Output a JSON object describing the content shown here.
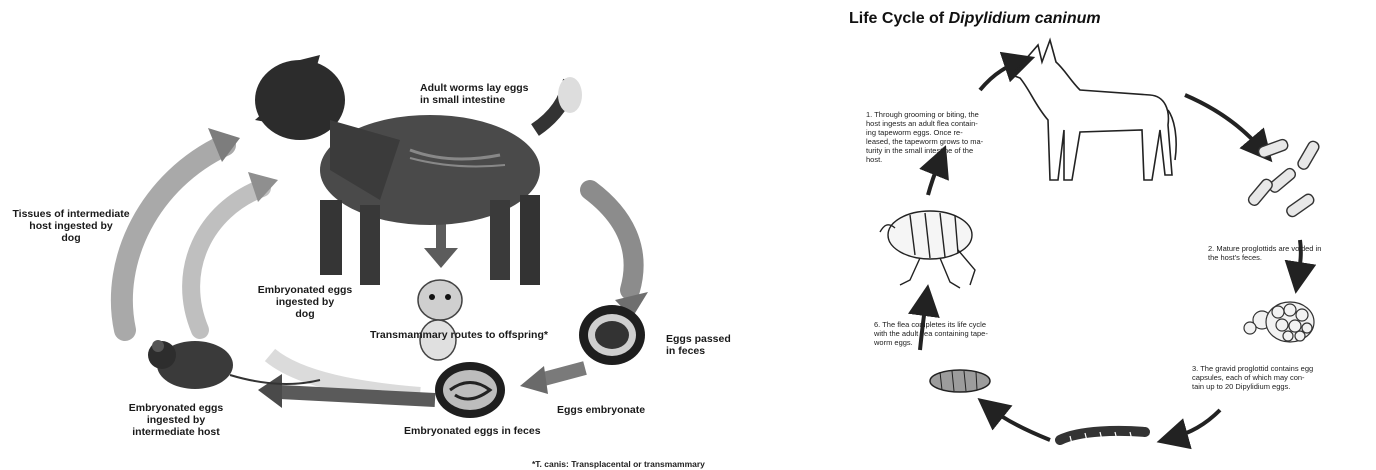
{
  "left_diagram": {
    "labels": {
      "adult_worms": "Adult worms lay eggs\nin small intestine",
      "tissues": "Tissues of intermediate\nhost ingested by\ndog",
      "embryonated_ingested_dog": "Embryonated eggs\ningested by\ndog",
      "transmammary": "Transmammary routes to offspring*",
      "eggs_passed": "Eggs passed\nin feces",
      "eggs_embryonate": "Eggs embryonate",
      "embryonated_feces": "Embryonated eggs in feces",
      "embryonated_intermediate": "Embryonated eggs\ningested by\nintermediate host",
      "footnote": "*T. canis: Transplacental or transmammary"
    }
  },
  "right_diagram": {
    "title_prefix": "Life Cycle of ",
    "title_species": "Dipylidium caninum",
    "steps": {
      "step1": "1. Through grooming or biting, the\nhost ingests an adult flea contain-\ning tapeworm eggs. Once re-\nleased, the tapeworm grows to ma-\nturity in the small intestine of the\nhost.",
      "step2": "2. Mature proglottids are voided in\nthe host's feces.",
      "step3": "3. The gravid proglottid contains egg\ncapsules, each of which may con-\ntain up to 20 Dipylidium eggs.",
      "step6": "6. The flea completes its life cycle\nwith the adult flea containing tape-\nworm eggs."
    }
  },
  "colors": {
    "arrow_gray": "#8a8a8a",
    "dark": "#1a1a1a"
  }
}
